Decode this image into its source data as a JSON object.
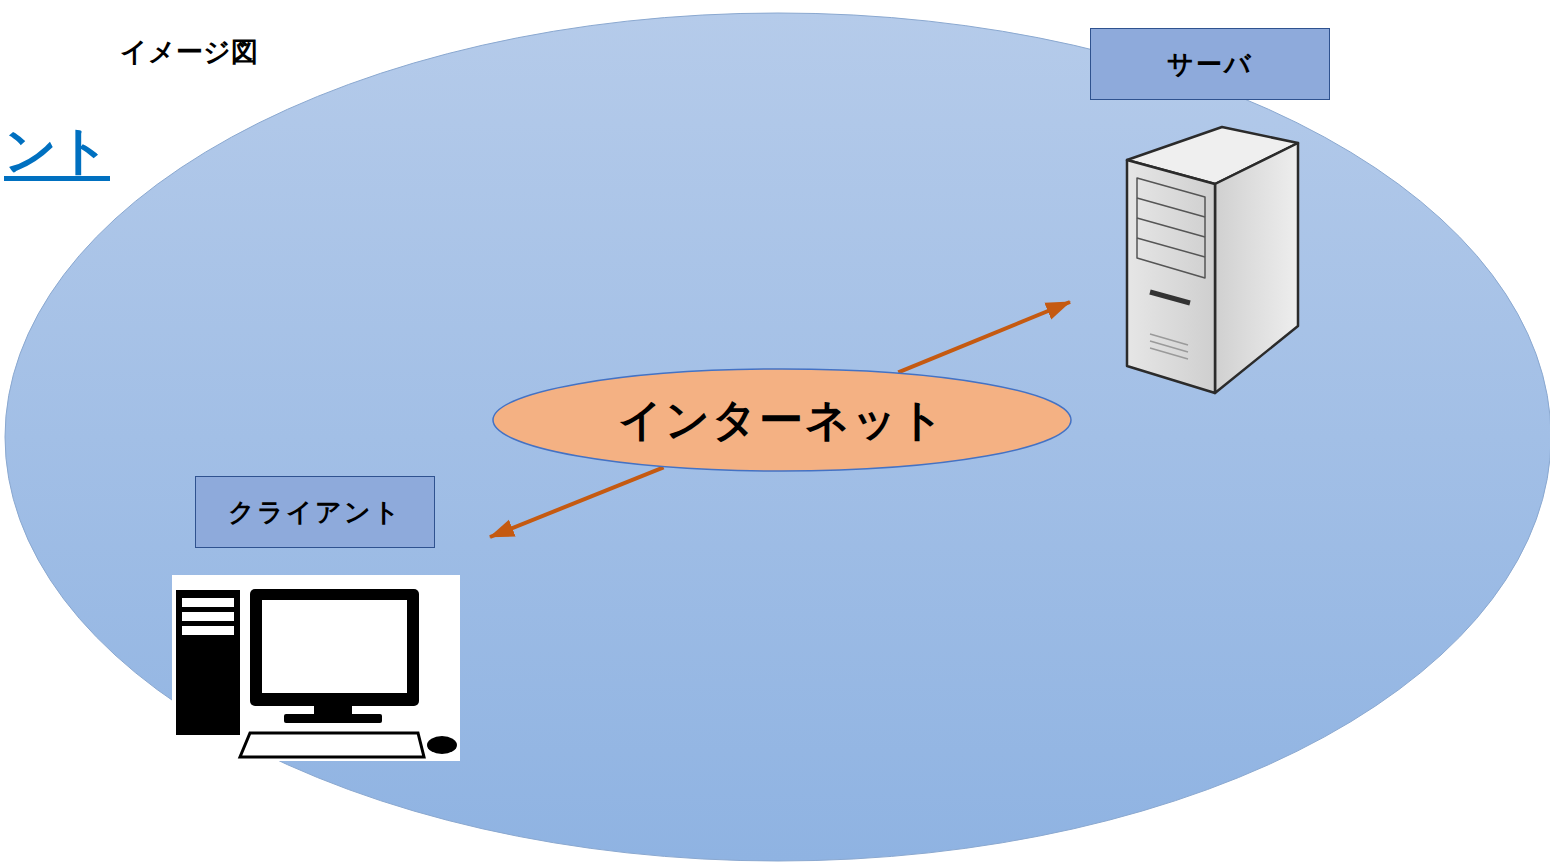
{
  "diagram": {
    "nodes": [
      {
        "text": [
          "サーバ"
        ]
      },
      {
        "text": [
          "インターネット"
        ]
      },
      {
        "text": [
          "クライアント"
        ]
      }
    ],
    "edges": [
      {
        "from": 1,
        "to": 0,
        "arrow": "to"
      },
      {
        "from": 1,
        "to": 2,
        "arrow": "to"
      }
    ],
    "labels": [
      "イメージ図",
      "ント"
    ]
  }
}
